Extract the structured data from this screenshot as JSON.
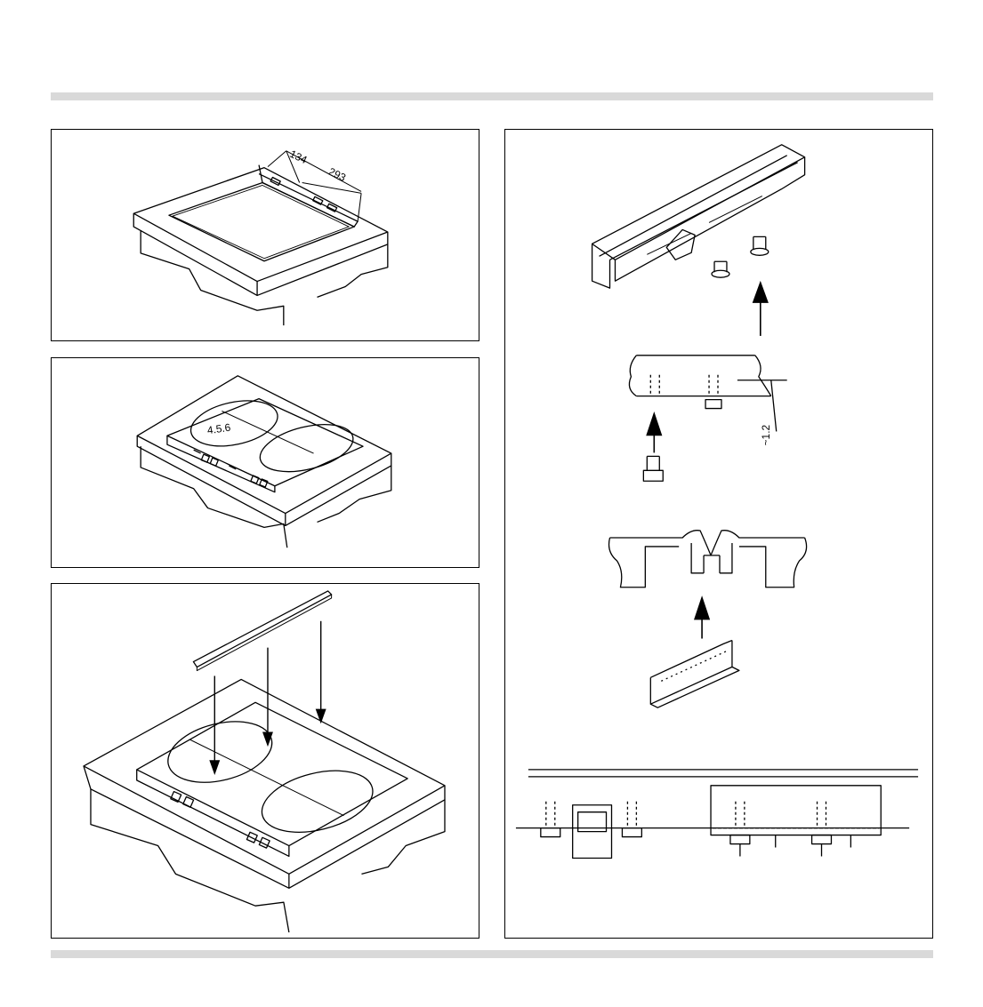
{
  "figures": {
    "fig1": {
      "dimension_a": "134",
      "dimension_b": "293"
    },
    "fig2": {
      "zone_label": "4.5.6"
    },
    "fig4": {
      "gap_dimension": "~1.2"
    }
  },
  "colors": {
    "rule": "#d9d9d9",
    "line": "#000000"
  }
}
